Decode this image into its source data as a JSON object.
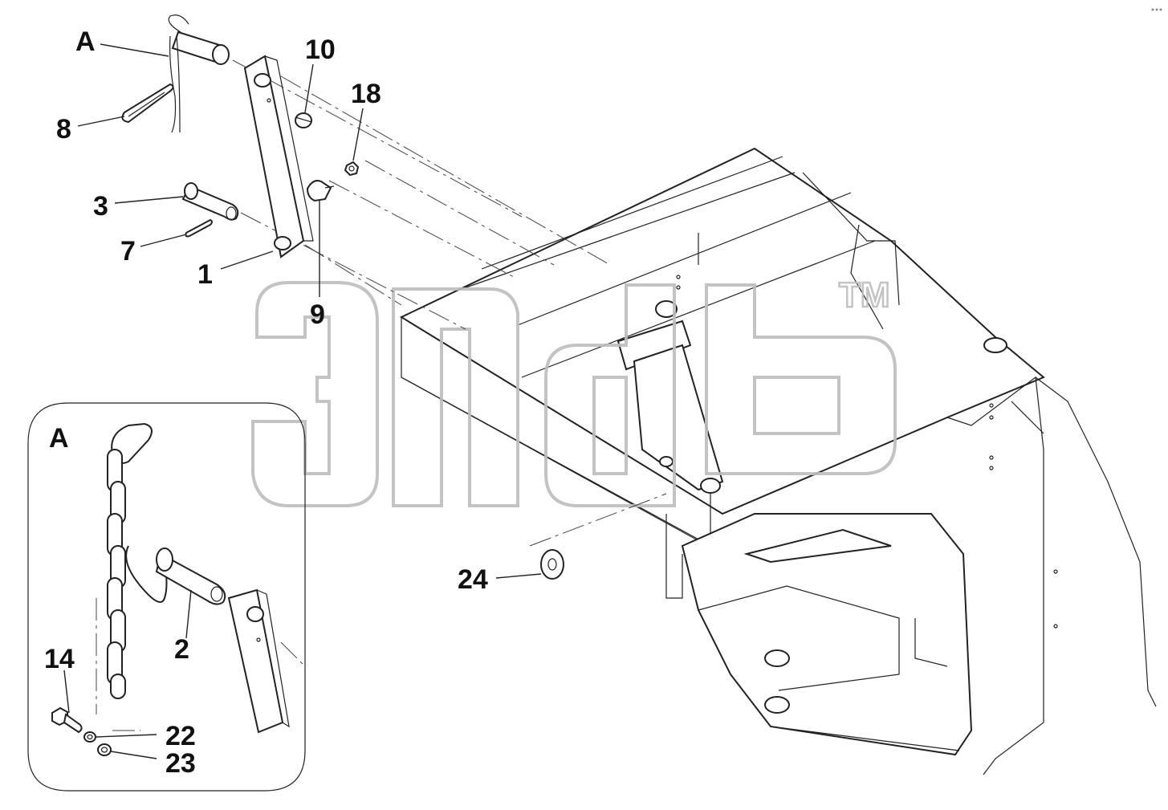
{
  "labels": {
    "view_a_top": "A",
    "view_a_detail": "A",
    "p10": "10",
    "p18": "18",
    "p8": "8",
    "p3": "3",
    "p7": "7",
    "p1": "1",
    "p9": "9",
    "p24": "24",
    "p2": "2",
    "p14": "14",
    "p22": "22",
    "p23": "23"
  },
  "watermark": {
    "trademark": "TM"
  }
}
